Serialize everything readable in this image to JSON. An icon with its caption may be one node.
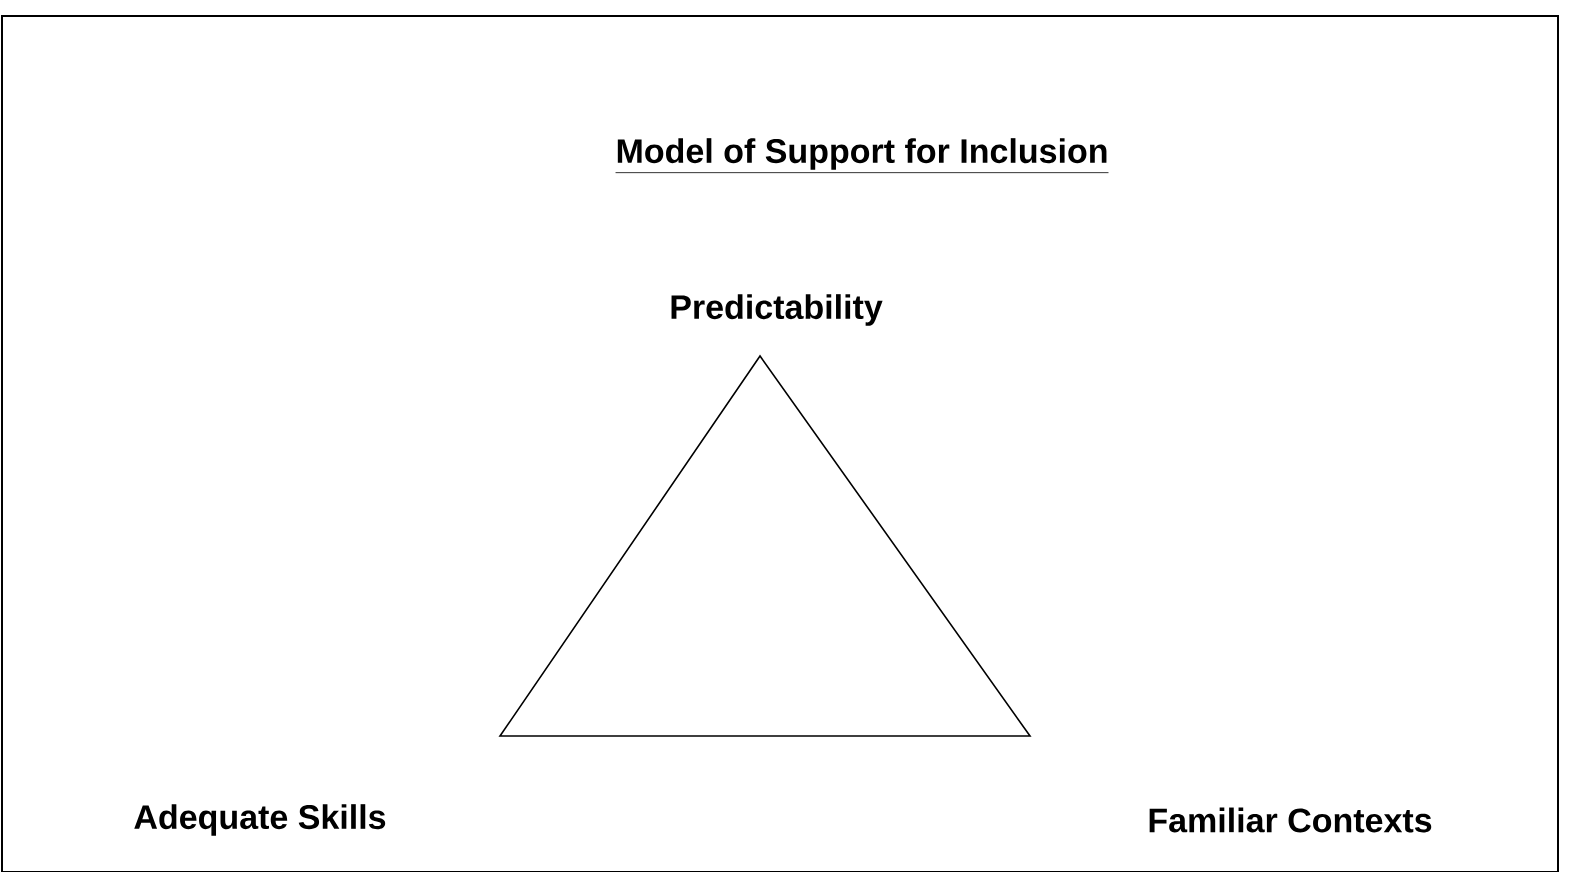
{
  "diagram": {
    "title": "Model of Support for Inclusion",
    "nodes": [
      {
        "text": [],
        "shape": "triangle"
      }
    ],
    "labels": [
      "Predictability",
      "Adequate Skills",
      "Familiar Contexts"
    ]
  }
}
